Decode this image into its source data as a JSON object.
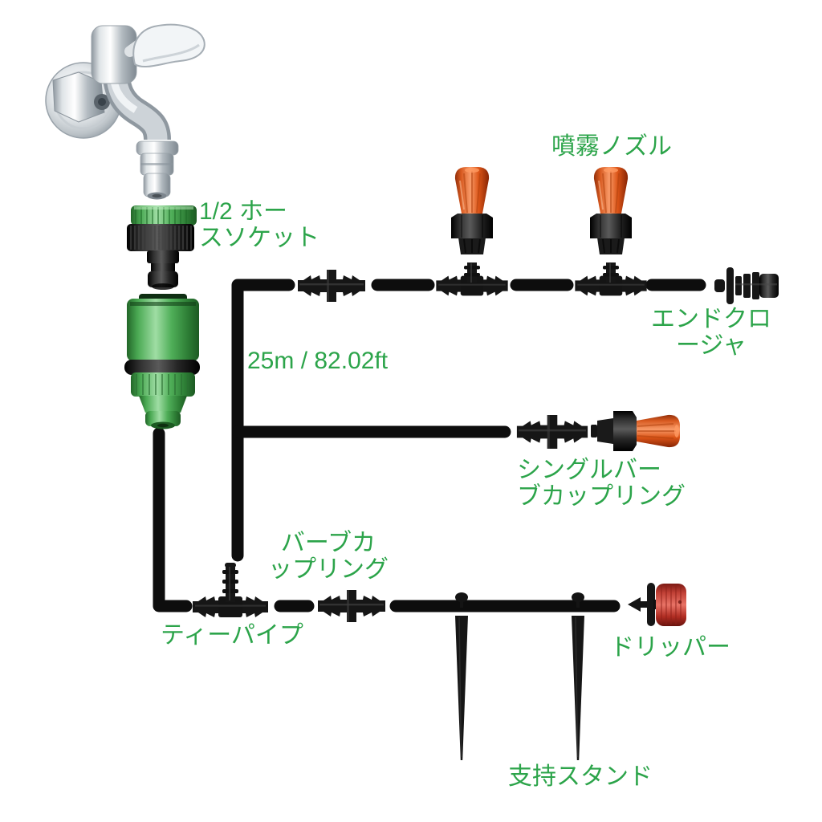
{
  "diagram": {
    "labels": {
      "hose_socket": {
        "line1": "1/2 ホー",
        "line2": "スソケット"
      },
      "spray_nozzle": "噴霧ノズル",
      "end_closure": {
        "line1": "エンドクロ",
        "line2": "ージャ"
      },
      "tube_length": "25m / 82.02ft",
      "single_barb_coupling": {
        "line1": "シングルバー",
        "line2": "ブカップリング"
      },
      "barb_coupling": {
        "line1": "バーブカ",
        "line2": "ップリング"
      },
      "tee_pipe": "ティーパイプ",
      "dripper": "ドリッパー",
      "support_stand": "支持スタンド"
    },
    "colors": {
      "label_green": "#2ca44a",
      "plastic_green": "#4db056",
      "nozzle_orange": "#e6602e",
      "dripper_red": "#c53430",
      "fitting_black": "#161616",
      "tube_black": "#0d0d0d",
      "background": "#ffffff"
    }
  }
}
